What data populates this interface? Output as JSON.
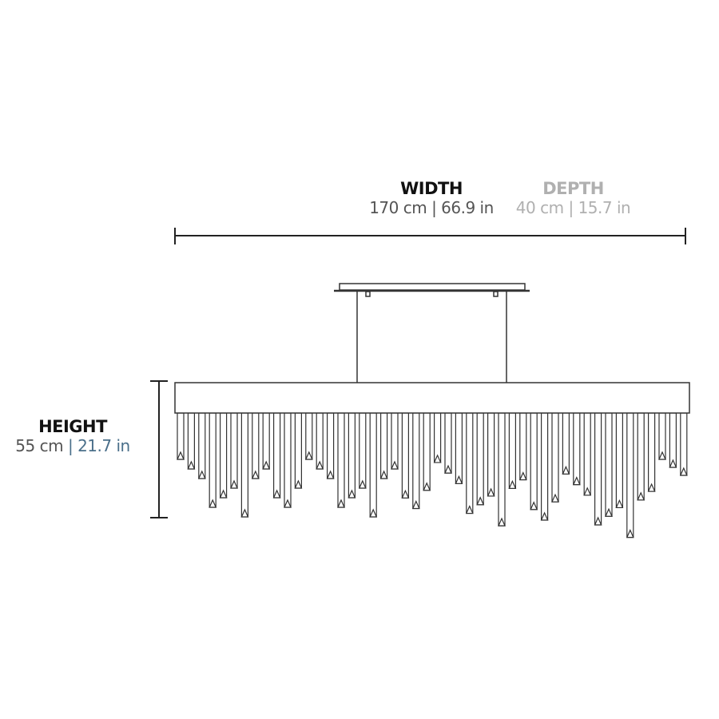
{
  "width": {
    "title": "WIDTH",
    "cm": "170 cm",
    "sep": "|",
    "in": "66.9 in"
  },
  "depth": {
    "title": "DEPTH",
    "cm": "40 cm",
    "sep": "|",
    "in": "15.7 in"
  },
  "height": {
    "title": "HEIGHT",
    "cm": "55 cm",
    "sep": "|",
    "in": "21.7 in"
  },
  "colors": {
    "ink": "#222222",
    "primary_text": "#111111",
    "value_text": "#555555",
    "depth_text": "#b0b0b0",
    "inch_accent": "#4a6f8a"
  }
}
